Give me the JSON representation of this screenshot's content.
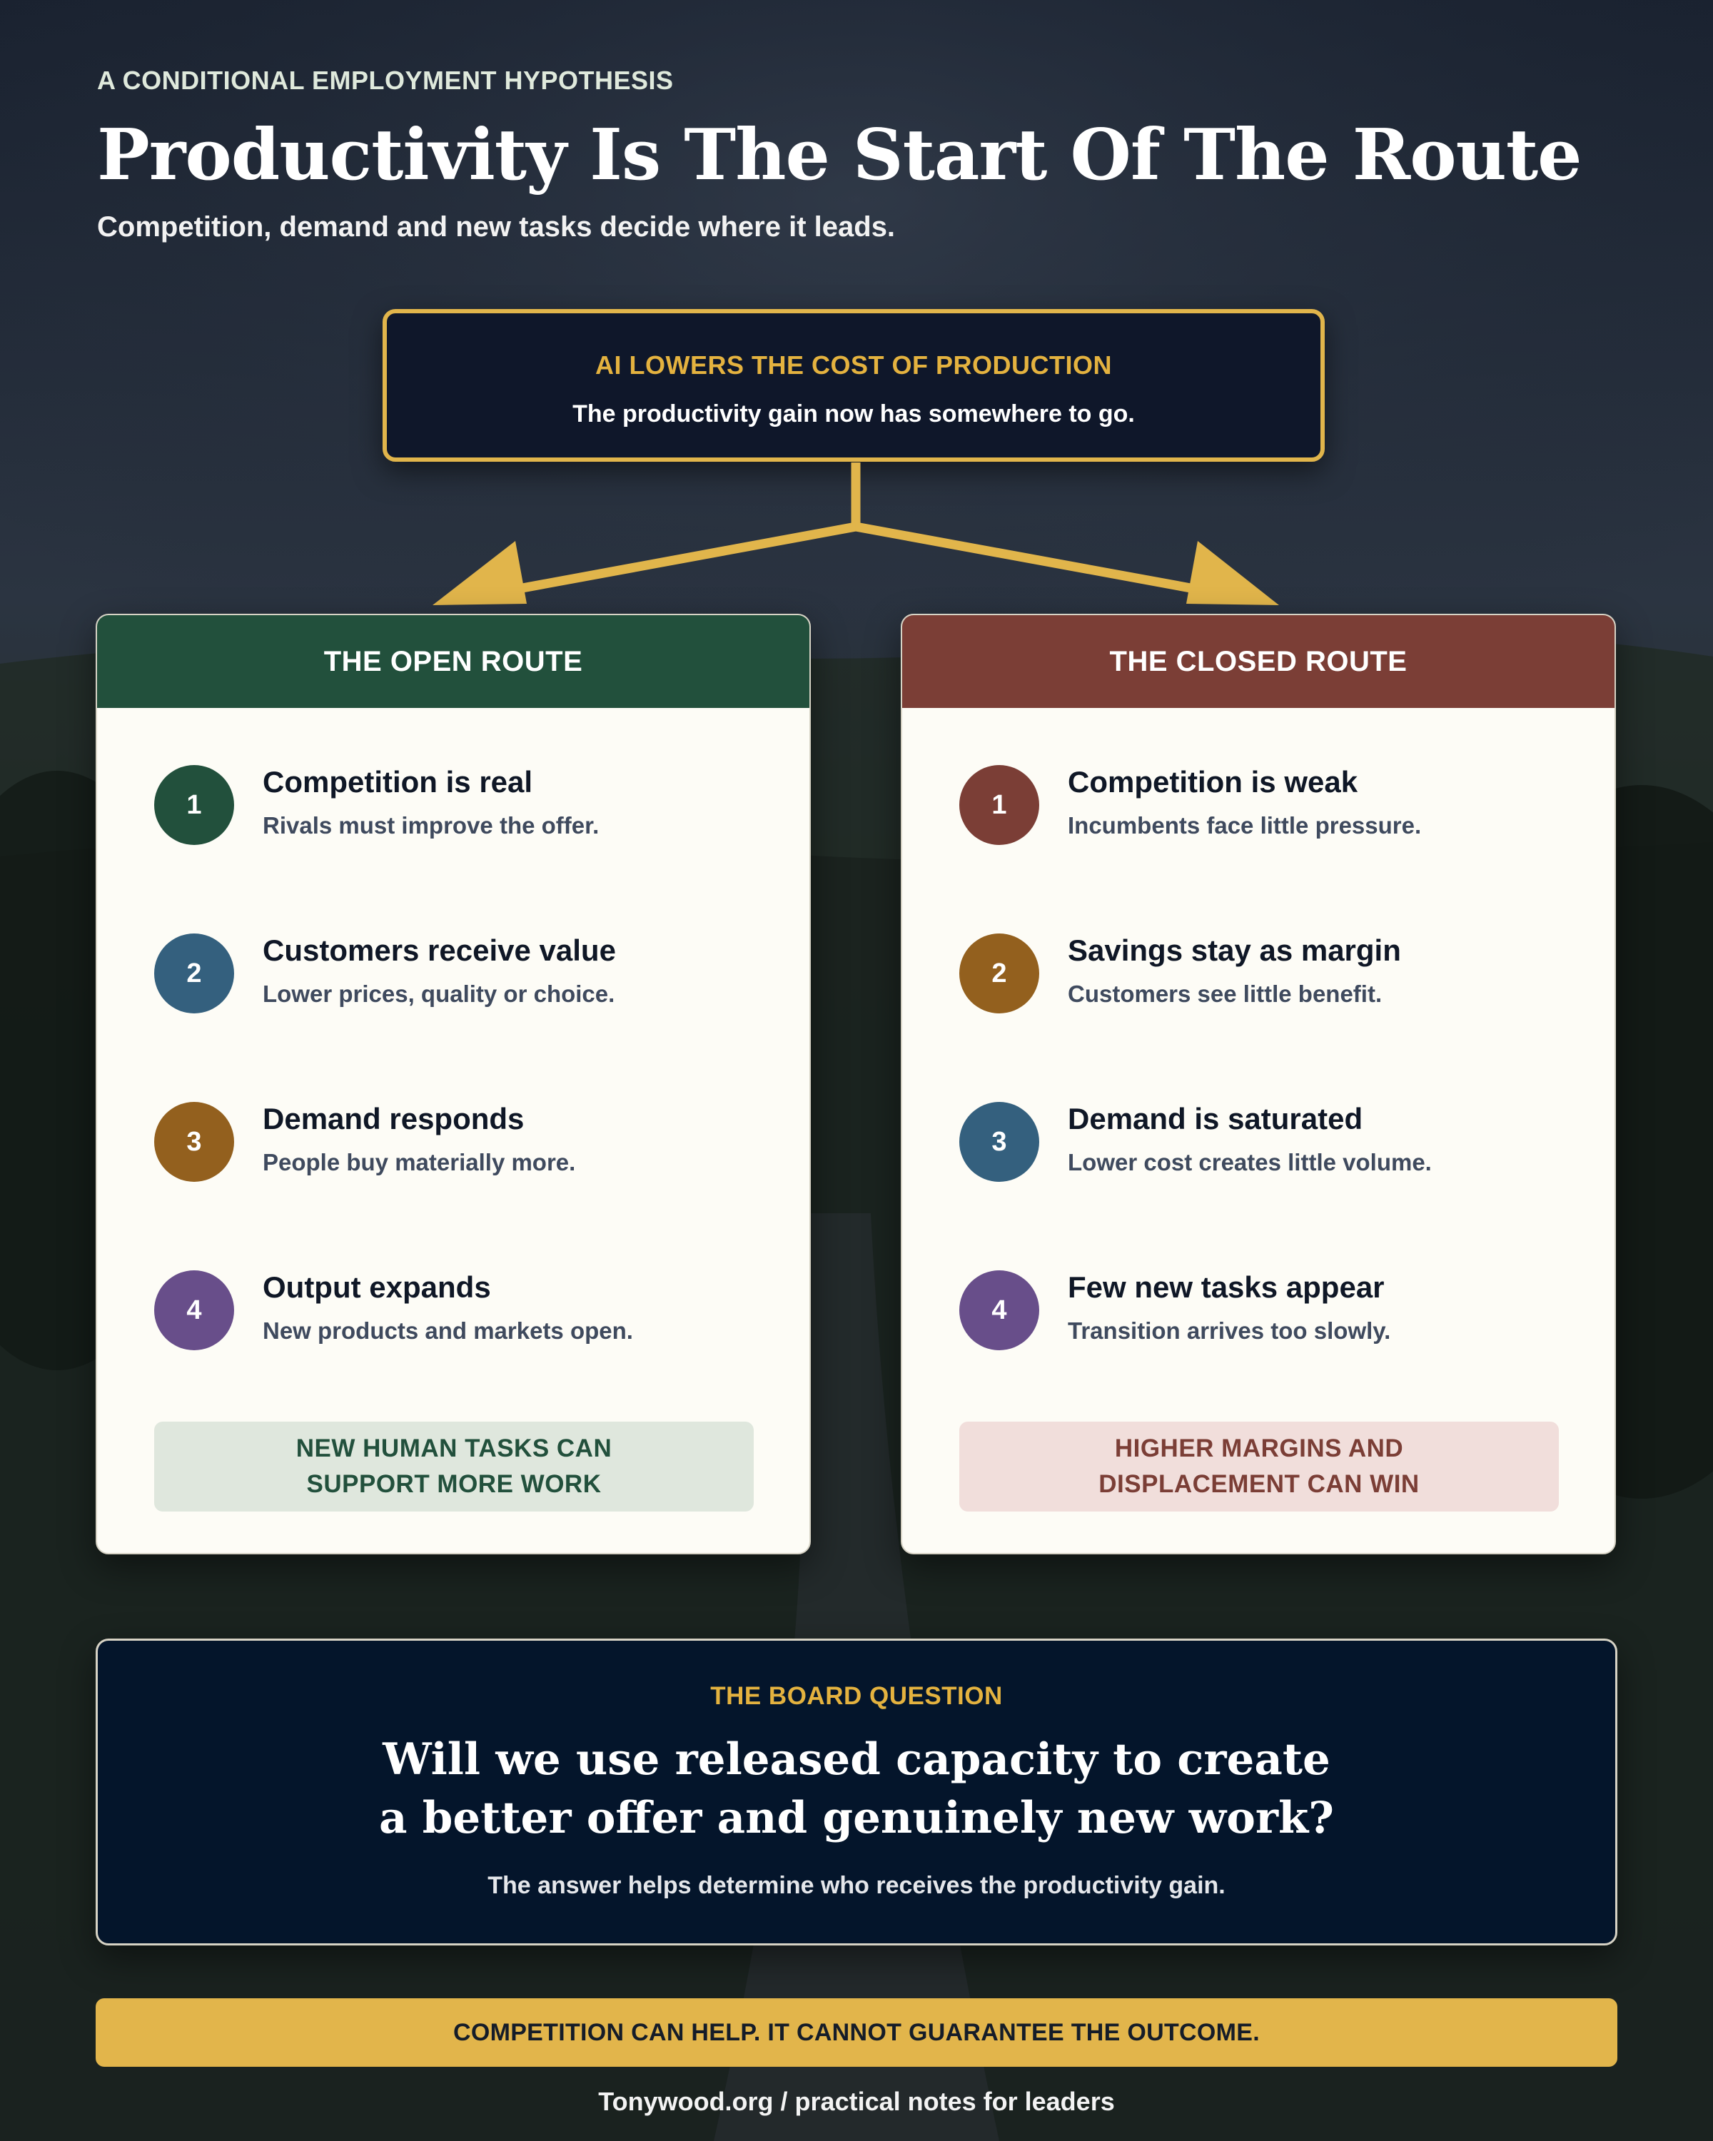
{
  "header": {
    "eyebrow": "A CONDITIONAL EMPLOYMENT HYPOTHESIS",
    "title": "Productivity Is The Start Of The Route",
    "subtitle": "Competition, demand and new tasks decide where it leads."
  },
  "top_box": {
    "heading": "AI LOWERS THE COST OF PRODUCTION",
    "text": "The productivity gain now has somewhere to go."
  },
  "open_route": {
    "heading": "THE OPEN ROUTE",
    "items": [
      {
        "num": "1",
        "title": "Competition is real",
        "desc": "Rivals must improve the offer."
      },
      {
        "num": "2",
        "title": "Customers receive value",
        "desc": "Lower prices, quality or choice."
      },
      {
        "num": "3",
        "title": "Demand responds",
        "desc": "People buy materially more."
      },
      {
        "num": "4",
        "title": "Output expands",
        "desc": "New products and markets open."
      }
    ],
    "verdict": "NEW HUMAN TASKS CAN SUPPORT MORE WORK"
  },
  "closed_route": {
    "heading": "THE CLOSED ROUTE",
    "items": [
      {
        "num": "1",
        "title": "Competition is weak",
        "desc": "Incumbents face little pressure."
      },
      {
        "num": "2",
        "title": "Savings stay as margin",
        "desc": "Customers see little benefit."
      },
      {
        "num": "3",
        "title": "Demand is saturated",
        "desc": "Lower cost creates little volume."
      },
      {
        "num": "4",
        "title": "Few new tasks appear",
        "desc": "Transition arrives too slowly."
      }
    ],
    "verdict": "HIGHER MARGINS AND DISPLACEMENT CAN WIN"
  },
  "board": {
    "heading": "THE BOARD QUESTION",
    "question_line1": "Will we use released capacity to create",
    "question_line2": "a better offer and genuinely new work?",
    "subtext": "The answer helps determine who receives the productivity gain."
  },
  "banner": "COMPETITION CAN HELP. IT CANNOT GUARANTEE THE OUTCOME.",
  "footer": "Tonywood.org / practical notes for leaders",
  "colors": {
    "gold": "#e2b54b",
    "open_green": "#22503c",
    "closed_red": "#7b3e36",
    "navy": "#0f172a",
    "blue": "#34607e",
    "amber": "#93601e",
    "purple": "#684e8a"
  }
}
